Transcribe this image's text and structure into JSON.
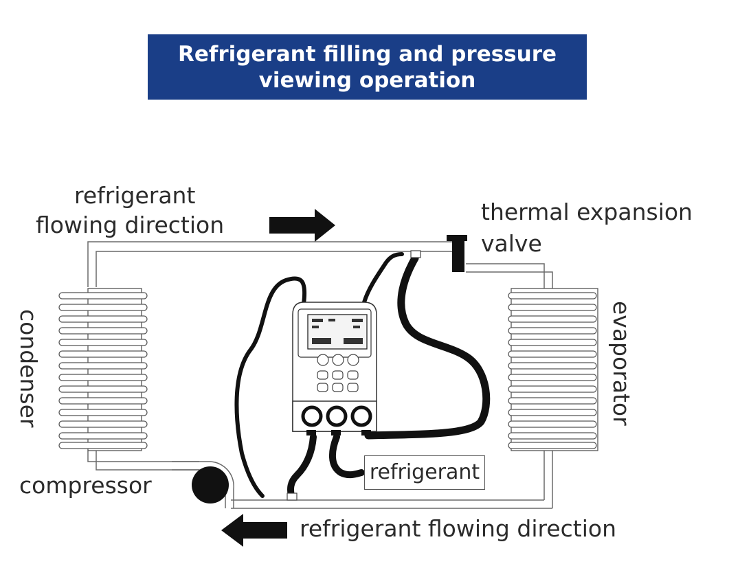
{
  "title": {
    "line1": "Refrigerant filling and pressure",
    "line2": "viewing operation"
  },
  "labels": {
    "top_flow_line1": "refrigerant",
    "top_flow_line2": "flowing direction",
    "valve_line1": "thermal expansion",
    "valve_line2": "valve",
    "condenser": "condenser",
    "evaporator": "evaporator",
    "compressor": "compressor",
    "refrigerant": "refrigerant",
    "bottom_flow": "refrigerant flowing direction"
  },
  "colors": {
    "banner": "#1a3e87",
    "banner_text": "#ffffff"
  }
}
